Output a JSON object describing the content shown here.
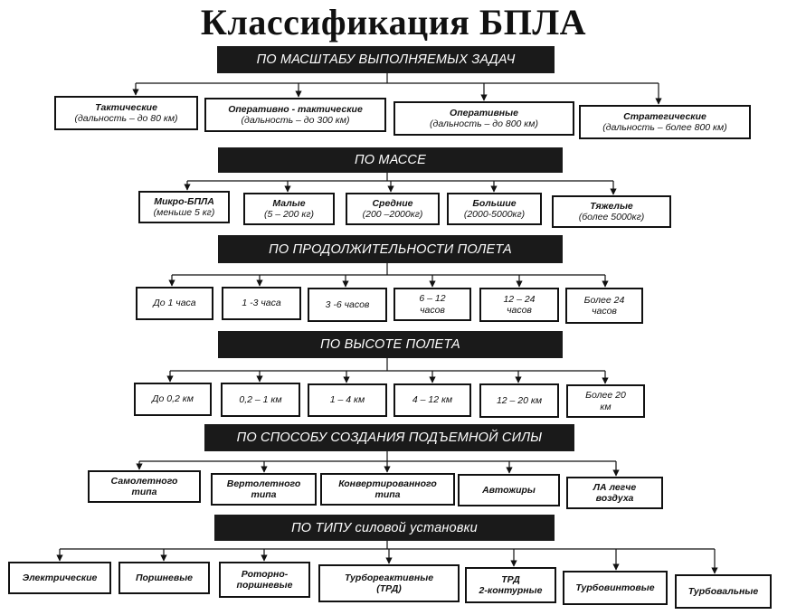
{
  "title": "Классификация БПЛА",
  "sections": [
    {
      "header": "ПО МАСШТАБУ ВЫПОЛНЯЕМЫХ ЗАДАЧ",
      "items": [
        {
          "l1": "Тактические",
          "l2": "(дальность – до 80 км)"
        },
        {
          "l1": "Оперативно - тактические",
          "l2": "(дальность – до 300 км)"
        },
        {
          "l1": "Оперативные",
          "l2": "(дальность – до 800 км)"
        },
        {
          "l1": "Стратегические",
          "l2": "(дальность – более 800 км)"
        }
      ]
    },
    {
      "header": "ПО МАССЕ",
      "items": [
        {
          "l1": "Микро-БПЛА",
          "l2": "(меньше 5 кг)"
        },
        {
          "l1": "Малые",
          "l2": "(5 – 200 кг)"
        },
        {
          "l1": "Средние",
          "l2": "(200 –2000кг)"
        },
        {
          "l1": "Большие",
          "l2": "(2000-5000кг)"
        },
        {
          "l1": "Тяжелые",
          "l2": "(более 5000кг)"
        }
      ]
    },
    {
      "header": "ПО ПРОДОЛЖИТЕЛЬНОСТИ ПОЛЕТА",
      "items": [
        {
          "l1": "До 1 часа"
        },
        {
          "l1": "1 -3 часа"
        },
        {
          "l1": "3 -6 часов"
        },
        {
          "l1": "6 – 12",
          "l2": "часов"
        },
        {
          "l1": "12 – 24",
          "l2": "часов"
        },
        {
          "l1": "Более 24",
          "l2": "часов"
        }
      ]
    },
    {
      "header": "ПО ВЫСОТЕ ПОЛЕТА",
      "items": [
        {
          "l1": "До 0,2 км"
        },
        {
          "l1": "0,2 – 1 км"
        },
        {
          "l1": "1 – 4 км"
        },
        {
          "l1": "4 – 12 км"
        },
        {
          "l1": "12 – 20 км"
        },
        {
          "l1": "Более 20",
          "l2": "км"
        }
      ]
    },
    {
      "header": "ПО СПОСОБУ  СОЗДАНИЯ ПОДЪЕМНОЙ СИЛЫ",
      "items": [
        {
          "l1": "Самолетного",
          "l2": "типа"
        },
        {
          "l1": "Вертолетного",
          "l2": "типа"
        },
        {
          "l1": "Конвертированного",
          "l2": "типа"
        },
        {
          "l1": "Автожиры"
        },
        {
          "l1": "ЛА легче",
          "l2": "воздуха"
        }
      ]
    },
    {
      "header": "ПО ТИПУ силовой установки",
      "items": [
        {
          "l1": "Электрические"
        },
        {
          "l1": "Поршневые"
        },
        {
          "l1": "Роторно-",
          "l2": "поршневые"
        },
        {
          "l1": "Турбореактивные",
          "l2": "(ТРД)"
        },
        {
          "l1": "ТРД",
          "l2": "2-контурные"
        },
        {
          "l1": "Турбовинтовые"
        },
        {
          "l1": "Турбовальные"
        }
      ]
    }
  ]
}
